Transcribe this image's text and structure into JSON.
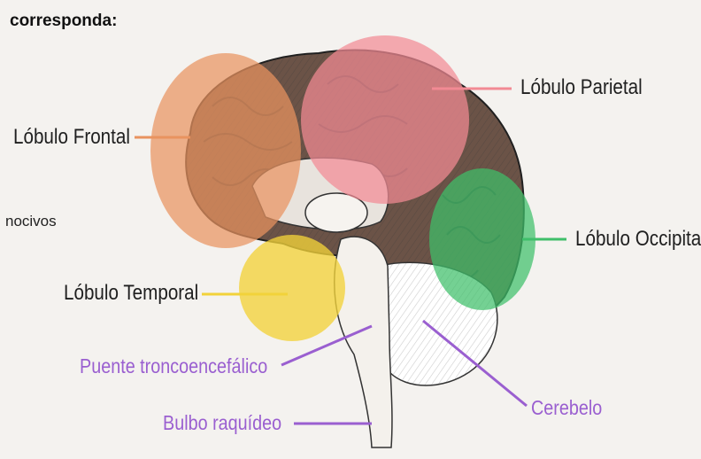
{
  "heading": "corresponda:",
  "fragment": "nocivos",
  "colors": {
    "frontal": "#e9935f",
    "parietal": "#f28a94",
    "occipital": "#3fbf6a",
    "temporal": "#f2d23a",
    "label_dark": "#1f1f1f",
    "label_purple": "#9a5fd0"
  },
  "labels": {
    "frontal": "Lóbulo Frontal",
    "parietal": "Lóbulo Parietal",
    "occipital": "Lóbulo Occipital",
    "temporal": "Lóbulo Temporal",
    "puente": "Puente troncoencefálico",
    "cerebelo": "Cerebelo",
    "bulbo": "Bulbo raquídeo"
  }
}
